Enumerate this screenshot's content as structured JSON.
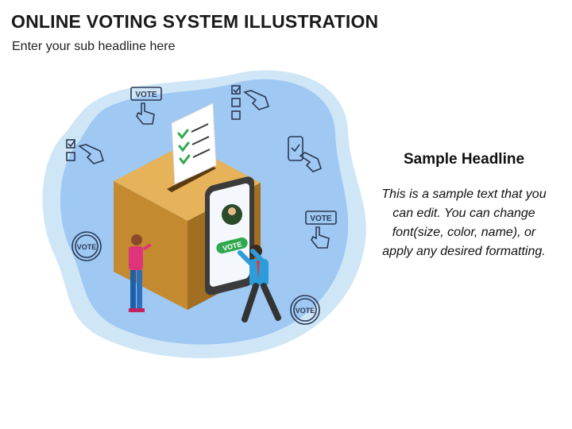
{
  "slide": {
    "title": "ONLINE VOTING SYSTEM ILLUSTRATION",
    "subtitle": "Enter your sub headline here"
  },
  "illustration": {
    "badge_text": "VOTE",
    "colors": {
      "blob_outer": "#cfe6f7",
      "blob_inner": "#9fc8f3",
      "box_top": "#e6b25a",
      "box_front": "#c48a2f",
      "box_side": "#a26f22",
      "phone": "#3b3b3b",
      "check": "#2fa84f",
      "icon_stroke": "#2b3a55"
    },
    "icons": [
      "vote-hand-sign-icon",
      "checklist-hand-icon",
      "smartphone-hand-icon",
      "vote-badge-icon"
    ]
  },
  "panel": {
    "headline": "Sample Headline",
    "body": "This is a sample text that you can edit. You can change font(size, color, name), or apply any desired formatting."
  }
}
